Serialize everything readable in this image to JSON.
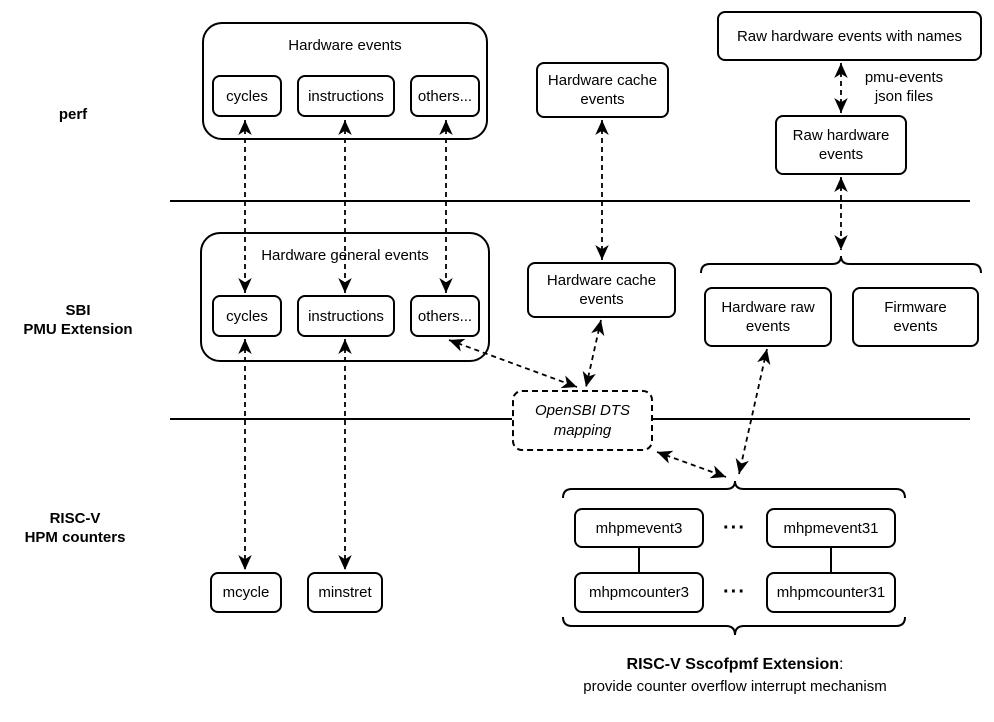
{
  "diagram_title": "RISC-V perf / SBI PMU / HPM counters event mapping",
  "colors": {
    "ink": "#000000",
    "background": "#ffffff"
  },
  "layers": {
    "perf_label": "perf",
    "sbi_label": "SBI\nPMU Extension",
    "hpm_label": "RISC-V\nHPM counters"
  },
  "perf": {
    "hardware_events_group": {
      "title": "Hardware events",
      "cycles": "cycles",
      "instructions": "instructions",
      "others": "others..."
    },
    "hardware_cache_events": "Hardware cache\nevents",
    "raw_hardware_events_with_names": "Raw hardware events with names",
    "pmu_events_note": "pmu-events\njson files",
    "raw_hardware_events": "Raw hardware\nevents"
  },
  "sbi": {
    "hardware_general_events_group": {
      "title": "Hardware general events",
      "cycles": "cycles",
      "instructions": "instructions",
      "others": "others..."
    },
    "hardware_cache_events": "Hardware cache\nevents",
    "hardware_raw_events": "Hardware raw\nevents",
    "firmware_events": "Firmware\nevents"
  },
  "opensbi_dts_mapping": "OpenSBI DTS\nmapping",
  "hpm": {
    "mcycle": "mcycle",
    "minstret": "minstret",
    "mhpmevent3": "mhpmevent3",
    "mhpmevent31": "mhpmevent31",
    "mhpmcounter3": "mhpmcounter3",
    "mhpmcounter31": "mhpmcounter31",
    "ellipsis_events": "···",
    "ellipsis_counters": "···"
  },
  "caption": {
    "title": "RISC-V Sscofpmf Extension",
    "colon": ":",
    "subtitle": "provide counter overflow interrupt mechanism"
  }
}
